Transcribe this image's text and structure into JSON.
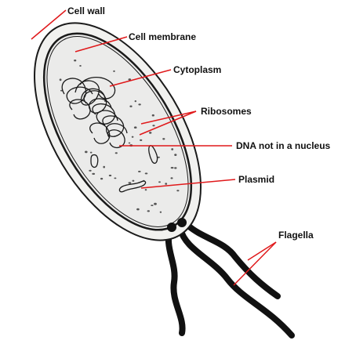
{
  "colors": {
    "leader_line": "#e0191b",
    "outline": "#1a1a1a",
    "cell_wall_fill": "#f1f1ef",
    "cytoplasm_fill": "#ebebea",
    "flagella": "#111111"
  },
  "labels": {
    "cell_wall": "Cell wall",
    "cell_membrane": "Cell membrane",
    "cytoplasm": "Cytoplasm",
    "ribosomes": "Ribosomes",
    "dna": "DNA not in a nucleus",
    "plasmid": "Plasmid",
    "flagella": "Flagella"
  },
  "icons": {
    "cell": "bacterium-cell-icon",
    "flagella": "flagellum-icon",
    "dna": "dna-coil-icon",
    "plasmid": "plasmid-icon",
    "ribosome": "ribosome-dot-icon"
  }
}
